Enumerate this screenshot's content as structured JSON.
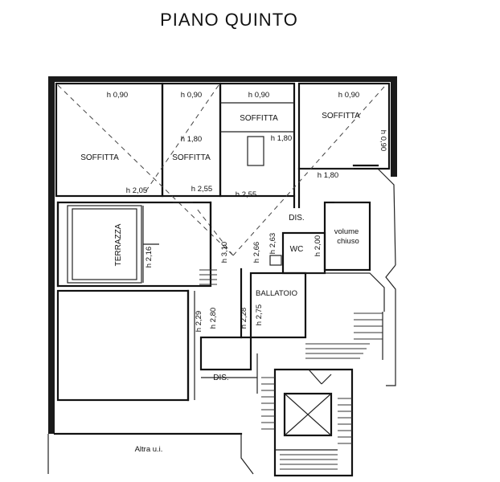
{
  "title": "PIANO QUINTO",
  "rooms": {
    "soffitta_1": "SOFFITTA",
    "soffitta_2": "SOFFITTA",
    "soffitta_3": "SOFFITTA",
    "soffitta_4": "SOFFITTA",
    "terrazza": "TERRAZZA",
    "dis_upper": "DIS.",
    "wc": "WC",
    "volume_line1": "volume",
    "volume_line2": "chiuso",
    "ballatoio": "BALLATOIO",
    "dis_lower": "DIS.",
    "altra_ui": "Altra u.i."
  },
  "heights": {
    "h090_a": "h 0,90",
    "h090_b": "h 0,90",
    "h090_c": "h 0,90",
    "h090_d": "h 0,90",
    "h090_vert": "h 0,90",
    "h180_a": "h 1,80",
    "h180_b": "h 1,80",
    "h180_c": "h 1,80",
    "h205": "h 2,05",
    "h255_a": "h 2,55",
    "h255_b": "h 2,55",
    "h216": "h 2,16",
    "h310": "h 3,10",
    "h266": "h 2,66",
    "h263": "h 2,63",
    "h200": "h 2,00",
    "h229": "h 2,29",
    "h280": "h 2,80",
    "h228": "h 2,28",
    "h275": "h 2,75"
  }
}
